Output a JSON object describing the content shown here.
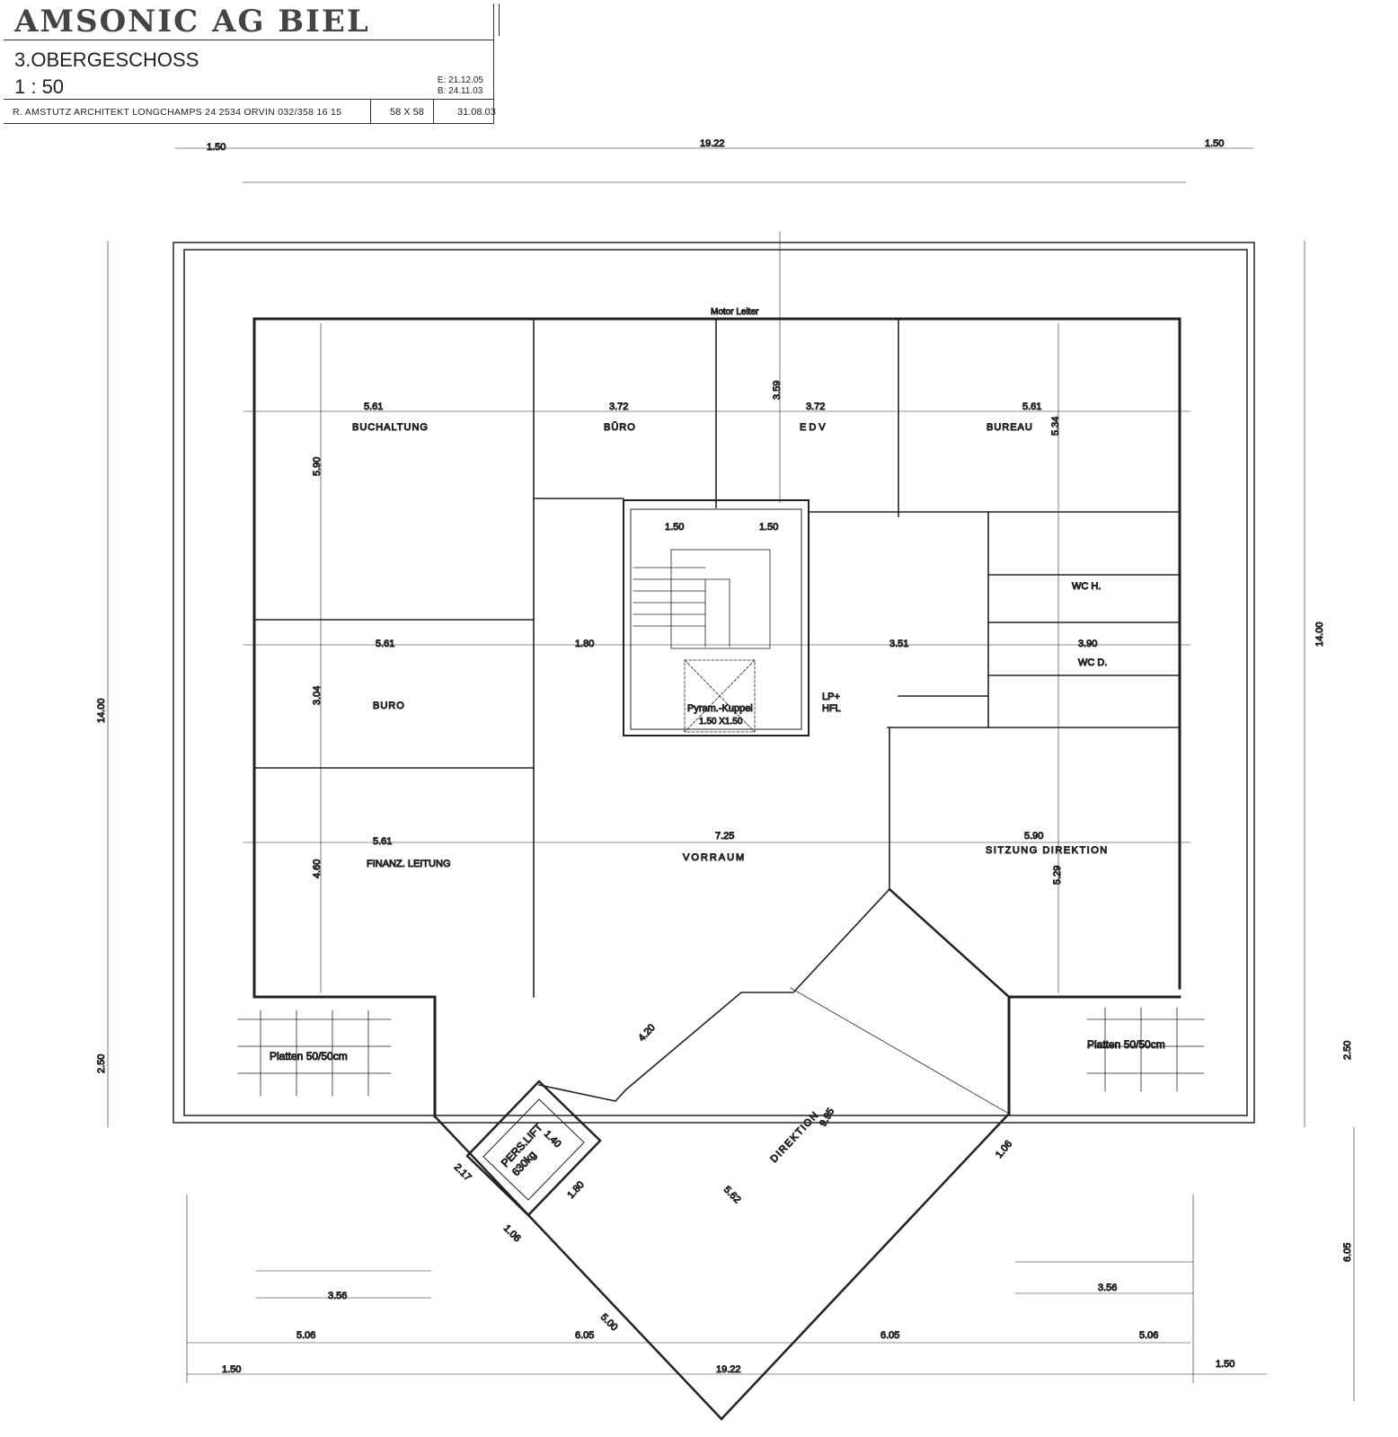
{
  "title_block": {
    "company": "AMSONIC AG BIEL",
    "floor": "3.OBERGESCHOSS",
    "scale": "1 : 50",
    "revision_e": "E: 21.12.05",
    "revision_b": "B: 24.11.03",
    "architect": "R. AMSTUTZ  ARCHITEKT  LONGCHAMPS 24  2534 ORVIN  032/358 16 15",
    "sheet_size": "58 X 58",
    "date": "31.08.03"
  },
  "rooms": {
    "buchaltung": "BUCHALTUNG",
    "buero_top": "BÜRO",
    "edv": "EDV",
    "bureau": "BUREAU",
    "wc_h": "WC H.",
    "wc_d": "WC D.",
    "buro_left": "BURO",
    "finanz": "FINANZ. LEITUNG",
    "vorraum": "VORRAUM",
    "sitzung": "SITZUNG DIREKTION",
    "direktion": "DIREKTION",
    "lift_line1": "PERS.LIFT",
    "lift_line2": "630kg",
    "pyramid_line1": "Pyram.-Kuppel",
    "pyramid_line2": "1.50 X1.50",
    "lp_line1": "LP+",
    "lp_line2": "HFL",
    "motor": "Motor Leiter",
    "platten_left": "Platten 50/50cm",
    "platten_right": "Platten   50/50cm"
  },
  "dimensions": {
    "overall_width": "19.22",
    "overall_height": "14.00",
    "edge_margin": "1.50",
    "room_width_outer": "5.61",
    "room_width_inner": "3.72",
    "vorraum_width": "7.25",
    "sitzung_width": "5.90",
    "top_room_depth": "5.90",
    "buero_depth": "3.04",
    "finanz_depth": "4.60",
    "wc_width": "3.90",
    "corridor_width": "3.51",
    "stair_half": "1.50",
    "stair_lower": "1.80",
    "direktion_long": "9.95",
    "direktion_diag": "5.62",
    "direktion_side": "4.20",
    "bottom_outer": "5.06",
    "bottom_inner": "6.05",
    "bottom_span": "3.56",
    "right_bottom": "2.50",
    "right_side_total": "6.05",
    "lift_width": "1.40",
    "lift_depth": "1.80",
    "wing_edge": "2.17",
    "wing_small": "1.06",
    "wing_long": "5.00",
    "edv_depth": "5.34",
    "sitzung_depth": "5.29",
    "top_dim": "3.59"
  }
}
